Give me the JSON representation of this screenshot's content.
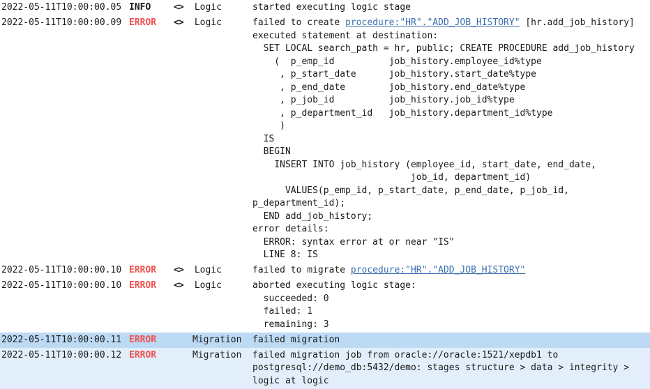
{
  "log": {
    "rows": [
      {
        "timestamp": "2022-05-11T10:00:00.05",
        "level": "INFO",
        "icon": "code-brackets-icon",
        "context": "Logic",
        "message_lines": [
          [
            {
              "t": "started executing logic stage"
            }
          ]
        ]
      },
      {
        "timestamp": "2022-05-11T10:00:00.09",
        "level": "ERROR",
        "icon": "code-brackets-icon",
        "context": "Logic",
        "message_lines": [
          [
            {
              "t": "failed to create "
            },
            {
              "t": "procedure:\"HR\".\"ADD_JOB_HISTORY\"",
              "link": true
            },
            {
              "t": " [hr.add_job_history]"
            }
          ],
          [
            {
              "t": "executed statement at destination:"
            }
          ],
          [
            {
              "t": "  SET LOCAL search_path = hr, public; CREATE PROCEDURE add_job_history"
            }
          ],
          [
            {
              "t": "    (  p_emp_id          job_history.employee_id%type"
            }
          ],
          [
            {
              "t": "     , p_start_date      job_history.start_date%type"
            }
          ],
          [
            {
              "t": "     , p_end_date        job_history.end_date%type"
            }
          ],
          [
            {
              "t": "     , p_job_id          job_history.job_id%type"
            }
          ],
          [
            {
              "t": "     , p_department_id   job_history.department_id%type"
            }
          ],
          [
            {
              "t": "     )"
            }
          ],
          [
            {
              "t": "  IS"
            }
          ],
          [
            {
              "t": "  BEGIN"
            }
          ],
          [
            {
              "t": "    INSERT INTO job_history (employee_id, start_date, end_date,"
            }
          ],
          [
            {
              "t": "                             job_id, department_id)"
            }
          ],
          [
            {
              "t": "      VALUES(p_emp_id, p_start_date, p_end_date, p_job_id,"
            }
          ],
          [
            {
              "t": "p_department_id);"
            }
          ],
          [
            {
              "t": "  END add_job_history;"
            }
          ],
          [
            {
              "t": "error details:"
            }
          ],
          [
            {
              "t": "  ERROR: syntax error at or near \"IS\""
            }
          ],
          [
            {
              "t": "  LINE 8: IS"
            }
          ]
        ]
      },
      {
        "timestamp": "2022-05-11T10:00:00.10",
        "level": "ERROR",
        "icon": "code-brackets-icon",
        "context": "Logic",
        "message_lines": [
          [
            {
              "t": "failed to migrate "
            },
            {
              "t": "procedure:\"HR\".\"ADD_JOB_HISTORY\"",
              "link": true
            }
          ]
        ]
      },
      {
        "timestamp": "2022-05-11T10:00:00.10",
        "level": "ERROR",
        "icon": "code-brackets-icon",
        "context": "Logic",
        "message_lines": [
          [
            {
              "t": "aborted executing logic stage:"
            }
          ],
          [
            {
              "t": "  succeeded: 0"
            }
          ],
          [
            {
              "t": "  failed: 1"
            }
          ],
          [
            {
              "t": "  remaining: 3"
            }
          ]
        ]
      },
      {
        "timestamp": "2022-05-11T10:00:00.11",
        "level": "ERROR",
        "icon": "",
        "context": "Migration",
        "selected": true,
        "message_lines": [
          [
            {
              "t": "failed migration"
            }
          ]
        ]
      },
      {
        "timestamp": "2022-05-11T10:00:00.12",
        "level": "ERROR",
        "icon": "",
        "context": "Migration",
        "highlighted": true,
        "message_lines": [
          [
            {
              "t": "failed migration job from oracle://oracle:1521/xepdb1 to"
            }
          ],
          [
            {
              "t": "postgresql://demo_db:5432/demo: stages structure > data > integrity >"
            }
          ],
          [
            {
              "t": "logic at logic"
            }
          ]
        ]
      }
    ]
  }
}
